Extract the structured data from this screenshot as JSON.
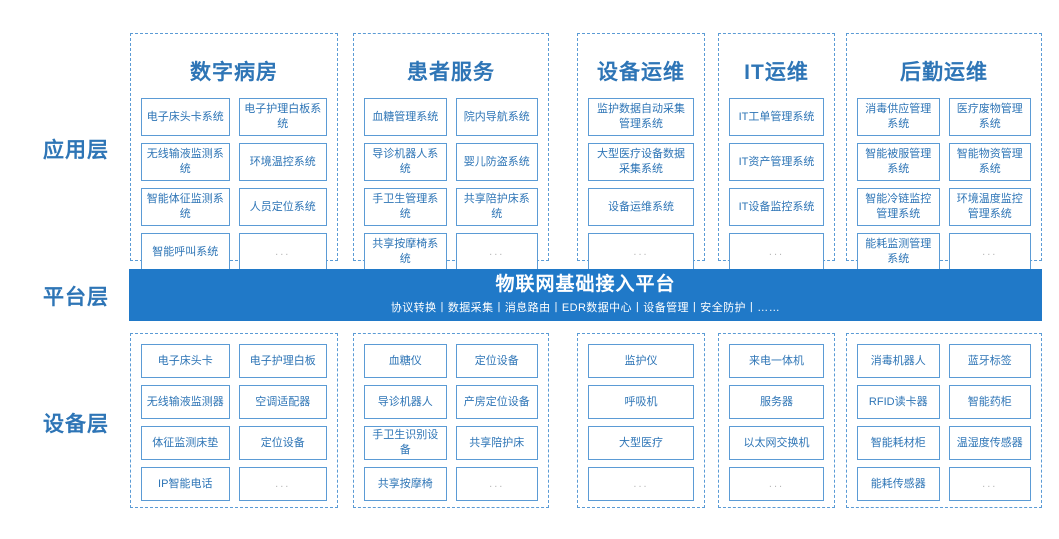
{
  "layers": {
    "application_label": "应用层",
    "platform_label": "平台层",
    "device_label": "设备层"
  },
  "platform": {
    "title": "物联网基础接入平台",
    "subtitle": "协议转换丨数据采集丨消息路由丨EDR数据中心丨设备管理丨安全防护丨……"
  },
  "application": {
    "columns": [
      {
        "title": "数字病房",
        "layout": "two-col",
        "items": [
          "电子床头卡系统",
          "电子护理白板系统",
          "无线输液监测系统",
          "环境温控系统",
          "智能体征监测系统",
          "人员定位系统",
          "智能呼叫系统",
          "…"
        ]
      },
      {
        "title": "患者服务",
        "layout": "two-col",
        "items": [
          "血糖管理系统",
          "院内导航系统",
          "导诊机器人系统",
          "婴儿防盗系统",
          "手卫生管理系统",
          "共享陪护床系统",
          "共享按摩椅系统",
          "…"
        ]
      },
      {
        "title": "设备运维",
        "layout": "one-col",
        "items": [
          "监护数据自动采集管理系统",
          "大型医疗设备数据采集系统",
          "设备运维系统",
          "…"
        ]
      },
      {
        "title": "IT运维",
        "layout": "one-col",
        "items": [
          "IT工单管理系统",
          "IT资产管理系统",
          "IT设备监控系统",
          "…"
        ]
      },
      {
        "title": "后勤运维",
        "layout": "two-col",
        "items": [
          "消毒供应管理系统",
          "医疗废物管理系统",
          "智能被服管理系统",
          "智能物资管理系统",
          "智能冷链监控管理系统",
          "环境温度监控管理系统",
          "能耗监测管理系统",
          "…"
        ]
      }
    ]
  },
  "device": {
    "columns": [
      {
        "layout": "two-col",
        "items": [
          "电子床头卡",
          "电子护理白板",
          "无线输液监测器",
          "空调适配器",
          "体征监测床垫",
          "定位设备",
          "IP智能电话",
          "…"
        ]
      },
      {
        "layout": "two-col",
        "items": [
          "血糖仪",
          "定位设备",
          "导诊机器人",
          "产房定位设备",
          "手卫生识别设备",
          "共享陪护床",
          "共享按摩椅",
          "…"
        ]
      },
      {
        "layout": "one-col",
        "items": [
          "监护仪",
          "呼吸机",
          "大型医疗",
          "…"
        ]
      },
      {
        "layout": "one-col",
        "items": [
          "来电一体机",
          "服务器",
          "以太网交换机",
          "…"
        ]
      },
      {
        "layout": "two-col",
        "items": [
          "消毒机器人",
          "蓝牙标签",
          "RFID读卡器",
          "智能药柜",
          "智能耗材柜",
          "温湿度传感器",
          "能耗传感器",
          "…"
        ]
      }
    ]
  },
  "colors": {
    "platform_bar": "#2079c8",
    "accent_text": "#2e75b6",
    "box_border": "#5b9bd5",
    "ellipsis_text": "#b8b8b8",
    "background": "#ffffff"
  }
}
